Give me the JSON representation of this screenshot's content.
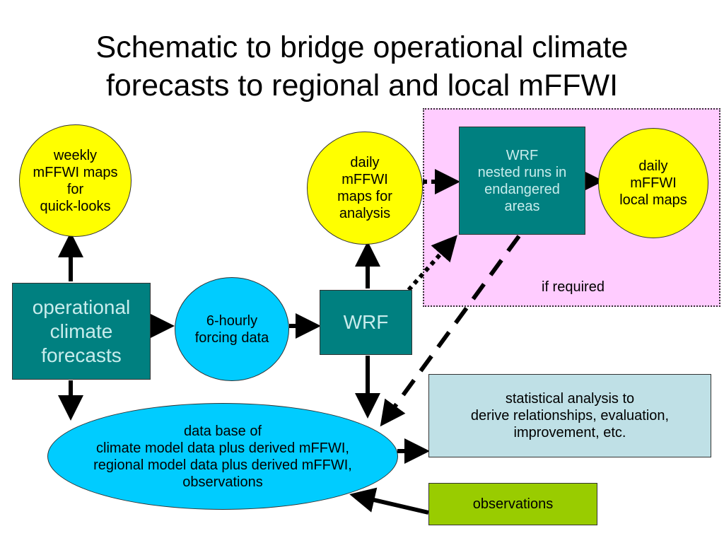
{
  "title": {
    "line1": "Schematic to bridge operational climate",
    "line2": "forecasts to regional and local mFFWI"
  },
  "region": {
    "label": "if required",
    "background": "#ffccff"
  },
  "nodes": {
    "weekly_maps": "weekly\nmFFWI maps\nfor\nquick-looks",
    "operational_forecasts": "operational\nclimate\nforecasts",
    "forcing_data": "6-hourly\nforcing data",
    "wrf": "WRF",
    "daily_maps_analysis": "daily\nmFFWI\nmaps for\nanalysis",
    "wrf_nested": "WRF\nnested runs in\nendangered\nareas",
    "daily_local_maps": "daily\nmFFWI\nlocal maps",
    "database": "data base of\nclimate model data plus derived mFFWI,\nregional model data plus derived mFFWI,\nobservations",
    "statistical_analysis": "statistical analysis to\nderive relationships, evaluation,\nimprovement, etc.",
    "observations": "observations"
  },
  "colors": {
    "yellow": "#ffff00",
    "teal": "#008080",
    "cyan": "#00ccff",
    "light_blue": "#bfe0e6",
    "green": "#99cc00"
  }
}
